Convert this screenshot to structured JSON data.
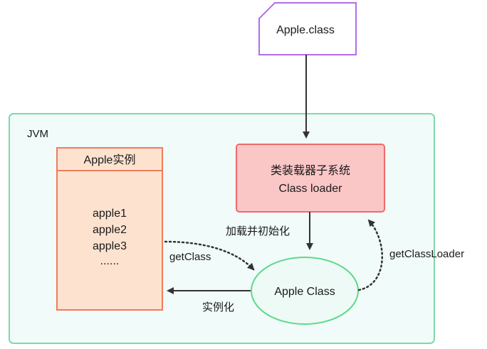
{
  "file_node": {
    "label": "Apple.class"
  },
  "jvm": {
    "label": "JVM"
  },
  "instances_box": {
    "title": "Apple实例",
    "items": [
      "apple1",
      "apple2",
      "apple3",
      "......"
    ]
  },
  "classloader_box": {
    "title_cn": "类装载器子系统",
    "title_en": "Class loader"
  },
  "class_node": {
    "label": "Apple Class"
  },
  "edges": {
    "load_init": "加载并初始化",
    "get_class": "getClass",
    "instantiate": "实例化",
    "get_class_loader": "getClassLoader"
  },
  "colors": {
    "jvm_border": "#7fd9a8",
    "jvm_fill": "#f1fbfa",
    "file_border": "#b06de8",
    "instances_border": "#f07c5a",
    "instances_fill": "#fde3cf",
    "loader_border": "#ee6a6a",
    "loader_fill": "#fbc6c6",
    "class_border": "#5fd88e",
    "class_fill": "#eefaf5",
    "arrow": "#333333"
  }
}
